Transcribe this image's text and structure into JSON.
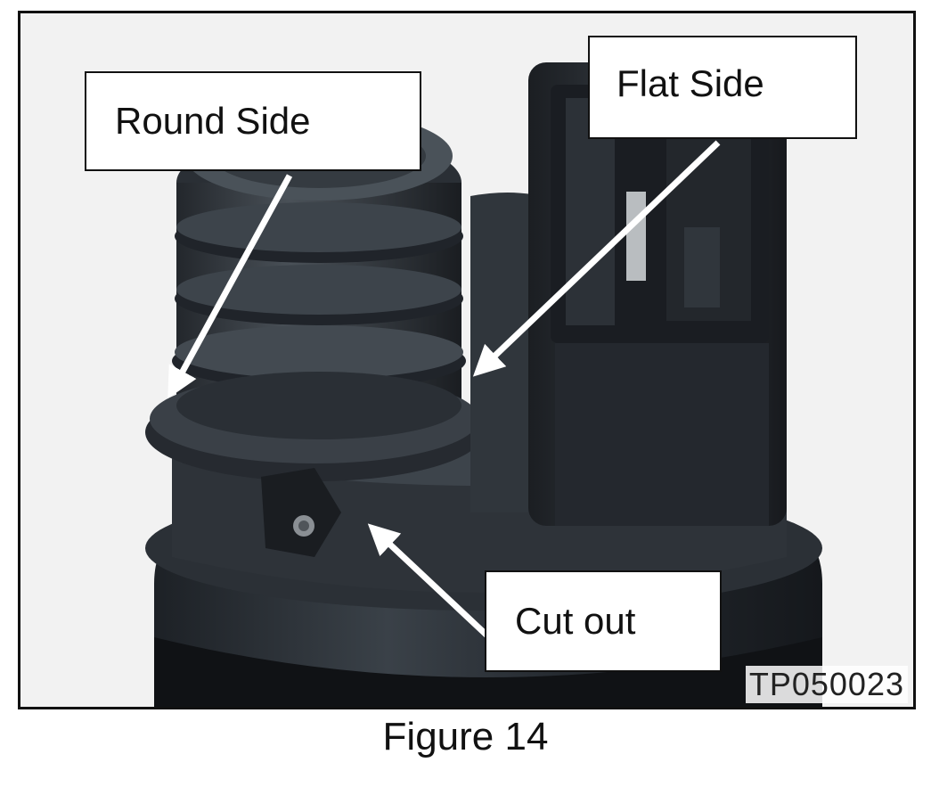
{
  "figure": {
    "labels": {
      "round_side": "Round Side",
      "flat_side": "Flat Side",
      "cut_out": "Cut out"
    },
    "photo_id": "TP050023",
    "caption": "Figure 14"
  }
}
